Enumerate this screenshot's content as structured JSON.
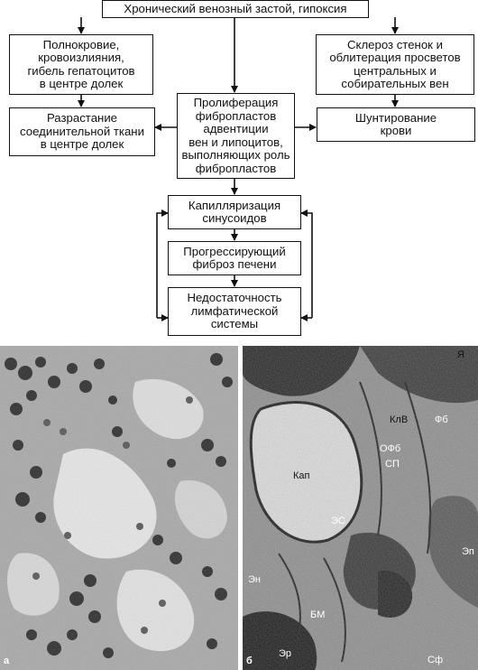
{
  "boxes": {
    "top": "Хронический венозный застой, гипоксия",
    "left1": "Полнокровие,\nкровоизлияния,\nгибель гепатоцитов\nв центре долек",
    "right1": "Склероз стенок и\nоблитерация просветов\nцентральных и\nсобирательных вен",
    "center": "Пролиферация\nфибропластов\nадвентиции\nвен и липоцитов,\nвыполняющих роль\nфибропластов",
    "left2": "Разрастание\nсоединительной ткани\nв центре долек",
    "right2": "Шунтирование\nкрови",
    "cap": "Капилляризация\nсинусоидов",
    "fib": "Прогрессирующий\nфиброз печени",
    "lymph": "Недостаточность\nлимфатической\nсистемы"
  },
  "panel_a": {
    "label": "а"
  },
  "panel_b": {
    "label": "б",
    "labels": {
      "ya": "Я",
      "klv": "КлВ",
      "fb": "Фб",
      "ofb": "ОФб",
      "sp": "СП",
      "kap": "Кап",
      "es": "ЭС",
      "ep": "Эп",
      "en": "Эн",
      "bm": "БМ",
      "er": "Эр",
      "sf": "Сф"
    }
  }
}
